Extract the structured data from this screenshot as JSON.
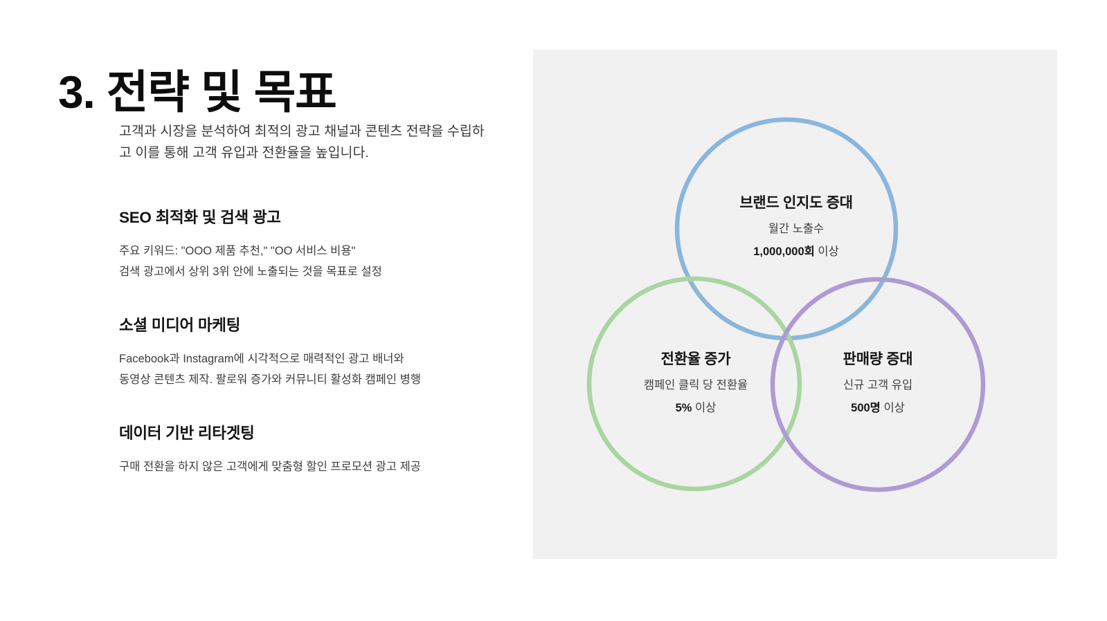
{
  "slide": {
    "title": "3. 전략 및 목표",
    "intro_lines": [
      "고객과 시장을 분석하여 최적의 광고 채널과 콘텐츠 전략을",
      "수립하고 이를 통해 고객 유입과 전환율을 높입니다."
    ],
    "sections": [
      {
        "heading": "SEO 최적화 및 검색 광고",
        "body_lines": [
          "주요 키워드: \"OOO 제품 추천,\" \"OO 서비스 비용\"",
          "검색 광고에서 상위 3위 안에 노출되는 것을 목표로 설정"
        ]
      },
      {
        "heading": "소셜 미디어 마케팅",
        "body_lines": [
          "Facebook과 Instagram에 시각적으로 매력적인 광고 배너와",
          "동영상 콘텐츠 제작. 팔로워 증가와 커뮤니티 활성화 캠페인 병행"
        ]
      },
      {
        "heading": "데이터 기반 리타겟팅",
        "body_lines": [
          "구매 전환을 하지 않은 고객에게 맞춤형 할인 프로모션 광고 제공"
        ]
      }
    ]
  },
  "venn": {
    "panel_background": "#f1f1f1",
    "circles": [
      {
        "id": "brand-awareness",
        "position": "top",
        "color": "#8ab6dd",
        "title": "브랜드 인지도 증대",
        "subtitle": "월간 노출수",
        "metric_value": "1,000,000회",
        "metric_suffix": "이상"
      },
      {
        "id": "conversion-rate",
        "position": "bottom-left",
        "color": "#a9d5a1",
        "title": "전환율 증가",
        "subtitle": "캠페인 클릭 당 전환율",
        "metric_value": "5%",
        "metric_suffix": "이상"
      },
      {
        "id": "sales-volume",
        "position": "bottom-right",
        "color": "#ae9bd4",
        "title": "판매량 증대",
        "subtitle": "신규 고객 유입",
        "metric_value": "500명",
        "metric_suffix": "이상"
      }
    ]
  }
}
